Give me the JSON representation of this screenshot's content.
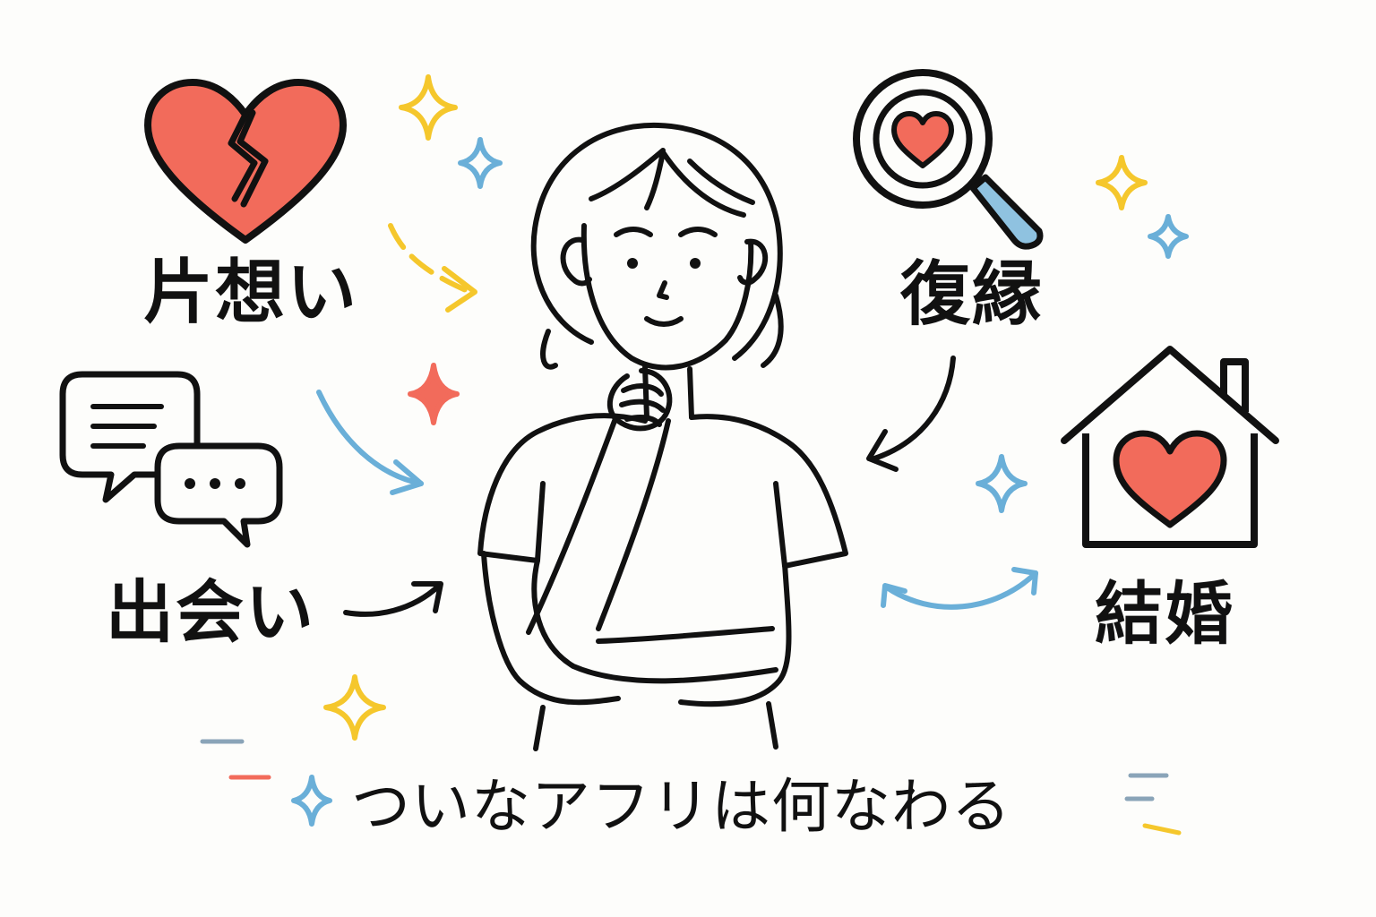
{
  "labels": {
    "unrequited_love": "片想い",
    "reconciliation": "復縁",
    "encounter": "出会い",
    "marriage": "結婚"
  },
  "caption": "ついなアフリは何なわる",
  "colors": {
    "ink": "#111111",
    "heart_red": "#f26b5b",
    "sparkle_yellow": "#f5c72c",
    "sparkle_blue": "#6aafd8",
    "arrow_yellow": "#f5c72c",
    "arrow_blue": "#6aafd8",
    "magnifier_handle": "#8fc2e0",
    "background": "#fdfdfb"
  },
  "icons": {
    "top_left": "broken-heart-icon",
    "left": "chat-bubbles-icon",
    "top_right": "magnifier-heart-icon",
    "right": "house-heart-icon",
    "center": "thinking-woman-figure"
  }
}
